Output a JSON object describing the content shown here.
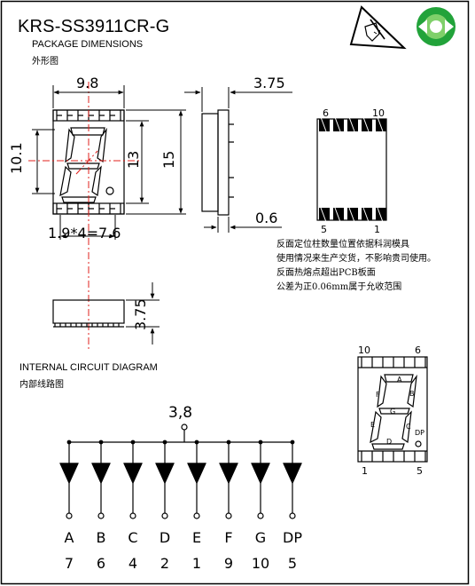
{
  "document": {
    "title": "KRS-SS3911CR-G",
    "package_heading": "PACKAGE DIMENSIONS",
    "package_heading_cn": "外形图",
    "circuit_heading": "INTERNAL CIRCUIT DIAGRAM",
    "circuit_heading_cn": "内部线路图"
  },
  "dimensions": {
    "width": "9.8",
    "depth": "3.75",
    "digit_height": "10.1",
    "body_height_inner": "13",
    "body_height": "15",
    "lead": "0.6",
    "pitch": "1.9*4=7.6",
    "bottom_height": "3.75"
  },
  "notes": [
    "反面定位柱数量位置依据科润模具",
    "使用情况来生产交货，不影响贵司使用。",
    "反面热熔点超出PCB板面",
    "公差为正0.06mm属于允收范围"
  ],
  "pin_view": {
    "top_left": "6",
    "top_right": "10",
    "bottom_left": "5",
    "bottom_right": "1"
  },
  "front_view": {
    "top_left": "10",
    "top_right": "6",
    "bottom_left": "1",
    "bottom_right": "5",
    "segments": [
      "A",
      "B",
      "C",
      "D",
      "E",
      "F",
      "G"
    ],
    "dp_label": "DP"
  },
  "circuit": {
    "common_label": "3,8",
    "segment_labels": [
      "A",
      "B",
      "C",
      "D",
      "E",
      "F",
      "G",
      "DP"
    ],
    "pin_numbers": [
      "7",
      "6",
      "4",
      "2",
      "1",
      "9",
      "10",
      "5"
    ]
  },
  "colors": {
    "ink": "#000000",
    "centerline": "#e0201c",
    "esd_fill": "#ffffff",
    "rohs_green": "#22a33a",
    "rohs_light": "#7fd06a"
  },
  "icons": [
    "esd-warning-icon",
    "rohs-recycle-icon"
  ]
}
